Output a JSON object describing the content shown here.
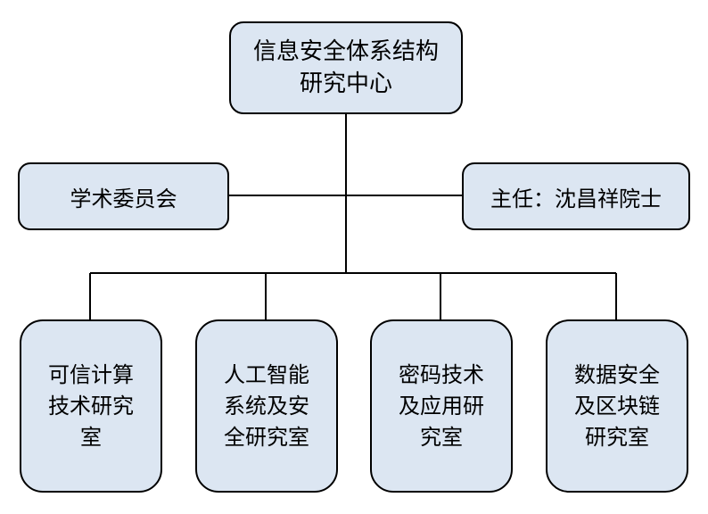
{
  "root": {
    "label": "信息安全体系结构\n研究中心"
  },
  "left_node": {
    "label": "学术委员会"
  },
  "right_node": {
    "label": "主任：沈昌祥院士"
  },
  "labs": [
    {
      "label": "可信计算\n技术研究\n室"
    },
    {
      "label": "人工智能\n系统及安\n全研究室"
    },
    {
      "label": "密码技术\n及应用研\n究室"
    },
    {
      "label": "数据安全\n及区块链\n研究室"
    }
  ],
  "colors": {
    "node_fill": "#dce6f2",
    "border": "#000000",
    "line": "#000000"
  }
}
